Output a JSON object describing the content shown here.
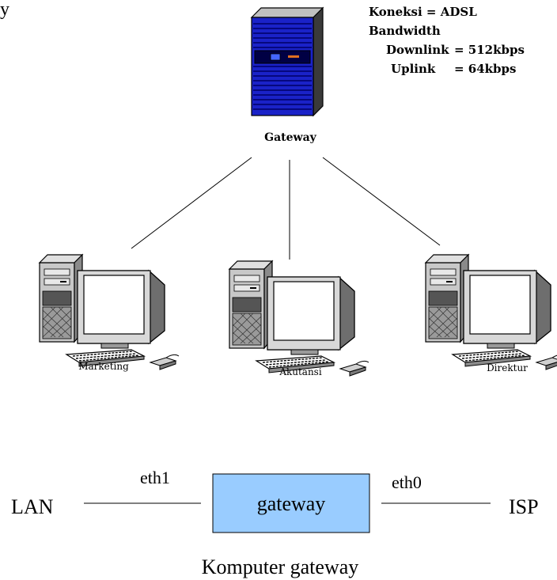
{
  "top_fragment": "y",
  "gateway_server": {
    "label": "Gateway",
    "specs": {
      "koneksi": "Koneksi = ADSL",
      "bandwidth": "Bandwidth",
      "downlink_label": "Downlink",
      "downlink_value": "= 512kbps",
      "uplink_label": "Uplink",
      "uplink_value": "= 64kbps"
    }
  },
  "workstations": [
    {
      "label": "Marketing"
    },
    {
      "label": "Akutansi"
    },
    {
      "label": "Direktur"
    }
  ],
  "gateway_diagram": {
    "left": "LAN",
    "left_interface": "eth1",
    "box": "gateway",
    "right_interface": "eth0",
    "right": "ISP",
    "caption": "Komputer gateway",
    "box_color": "#99ccff"
  },
  "colors": {
    "server_blue": "#1a22c8",
    "server_dark": "#000066",
    "lines": "#000000"
  }
}
